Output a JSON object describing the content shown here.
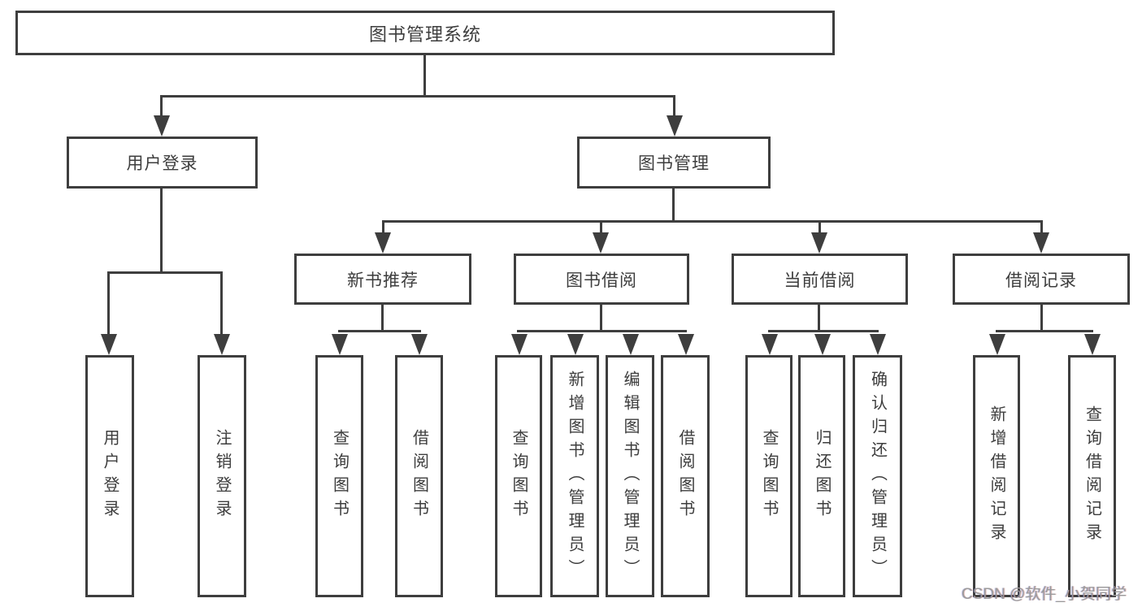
{
  "diagram": {
    "title": "图书管理系统",
    "root": {
      "label": "图书管理系统"
    },
    "level2": [
      {
        "label": "用户登录"
      },
      {
        "label": "图书管理"
      }
    ],
    "level3": [
      {
        "label": "新书推荐"
      },
      {
        "label": "图书借阅"
      },
      {
        "label": "当前借阅"
      },
      {
        "label": "借阅记录"
      }
    ],
    "leaves": [
      {
        "label": "用户登录",
        "parent": "用户登录"
      },
      {
        "label": "注销登录",
        "parent": "用户登录"
      },
      {
        "label": "查询图书",
        "parent": "新书推荐"
      },
      {
        "label": "借阅图书",
        "parent": "新书推荐"
      },
      {
        "label": "查询图书",
        "parent": "图书借阅"
      },
      {
        "label": "新增图书（管理员）",
        "parent": "图书借阅"
      },
      {
        "label": "编辑图书（管理员）",
        "parent": "图书借阅"
      },
      {
        "label": "借阅图书",
        "parent": "图书借阅"
      },
      {
        "label": "查询图书",
        "parent": "当前借阅"
      },
      {
        "label": "归还图书",
        "parent": "当前借阅"
      },
      {
        "label": "确认归还（管理员）",
        "parent": "当前借阅"
      },
      {
        "label": "新增借阅记录",
        "parent": "借阅记录"
      },
      {
        "label": "查询借阅记录",
        "parent": "借阅记录"
      }
    ],
    "watermark": "CSDN @软件_小贺同学",
    "colors": {
      "line": "#3e3e3e",
      "text": "#3d3d3d",
      "background": "#ffffff",
      "watermark": "#9b9b9b"
    }
  }
}
